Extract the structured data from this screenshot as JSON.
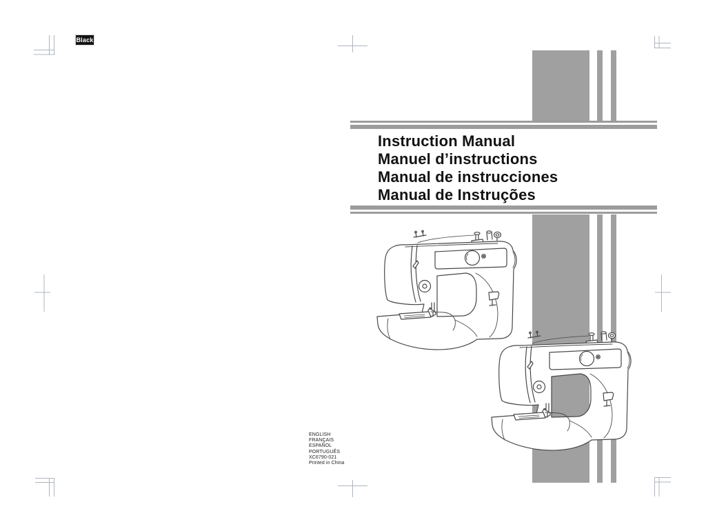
{
  "page": {
    "print_plate_label": "Black"
  },
  "title_block": {
    "lines": [
      "Instruction Manual",
      "Manuel d’instructions",
      "Manual de instrucciones",
      "Manual de Instruções"
    ]
  },
  "imprint": {
    "lines": [
      "ENGLISH",
      "FRANÇAIS",
      "ESPAÑOL",
      "PORTUGUÊS",
      "XC6790-021",
      "Printed in China"
    ]
  },
  "illustrations": {
    "back_machine": "sewing-machine line drawing (upper left)",
    "front_machine": "sewing-machine line drawing (lower right)"
  },
  "colors": {
    "decor_bar_gray": "#a0a0a0",
    "rule_gray": "#9c9c9c",
    "crop_mark_gray_blue": "#aeb4be",
    "line_art_gray": "#474747",
    "chip_background": "#141414",
    "chip_text": "#ffffff",
    "title_text": "#121212"
  }
}
